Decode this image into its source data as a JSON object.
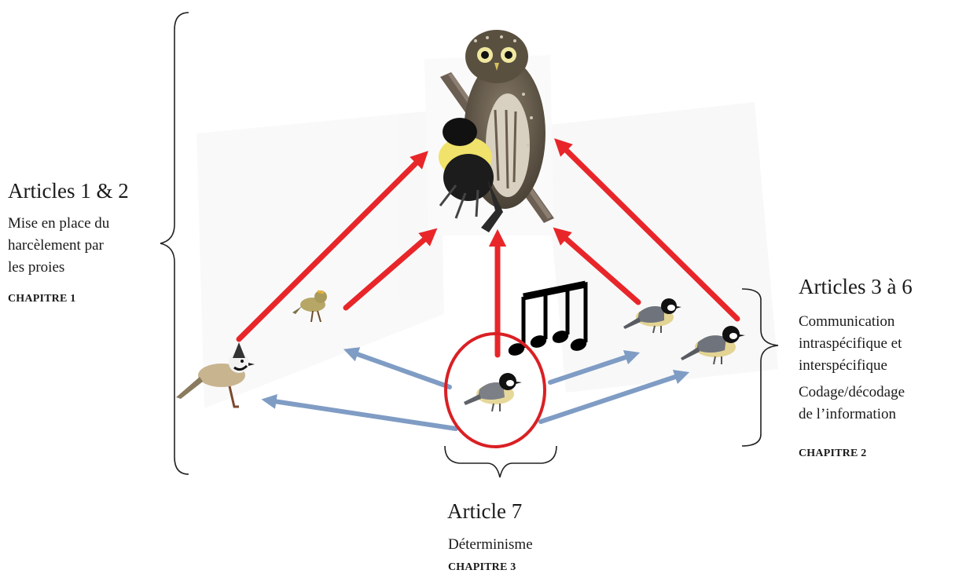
{
  "left_block": {
    "title": "Articles 1 & 2",
    "lines": [
      "Mise en place du",
      "harcèlement par",
      "les proies"
    ],
    "chapter": "CHAPITRE 1"
  },
  "right_block": {
    "title": "Articles 3 à 6",
    "lines": [
      "Communication",
      "intraspécifique et",
      "interspécifique",
      "Codage/décodage",
      "de l’information"
    ],
    "chapter": "CHAPITRE 2"
  },
  "bottom_block": {
    "title": "Article 7",
    "line": "Déterminisme",
    "chapter": "CHAPITRE 3"
  },
  "colors": {
    "predation_arrow": "#e8262a",
    "communication_arrow": "#7f9cc4",
    "focus_circle": "#d92024",
    "bracket": "#222222"
  },
  "icons": {
    "predator": "pygmy-owl-icon",
    "focal_prey": "coal-tit-icon",
    "other_prey": [
      "crested-tit-icon",
      "goldcrest-icon",
      "coal-tit-icon",
      "coal-tit-icon"
    ],
    "song": "music-notes-icon"
  }
}
